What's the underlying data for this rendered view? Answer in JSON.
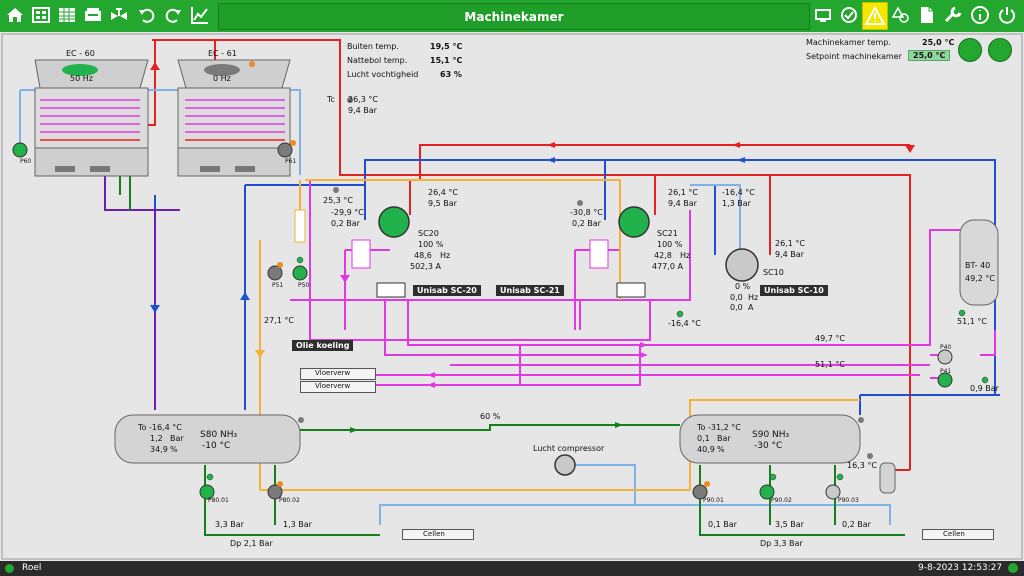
{
  "title": "Machinekamer",
  "toolbar": {
    "left": [
      "home-icon",
      "units-icon",
      "table-icon",
      "cabinet-icon",
      "valve-icon",
      "undo-icon",
      "redo-icon",
      "trend-icon"
    ],
    "right": [
      "screen-icon",
      "refresh-icon",
      "warning-icon",
      "alarm-shapes-icon",
      "document-icon",
      "wrench-icon",
      "info-icon",
      "power-icon"
    ]
  },
  "weather": {
    "buiten_label": "Buiten temp.",
    "buiten_value": "19,5 °C",
    "nattebol_label": "Nattebol temp.",
    "nattebol_value": "15,1 °C",
    "vocht_label": "Lucht vochtigheid",
    "vocht_value": "63 %"
  },
  "room": {
    "temp_label": "Machinekamer temp.",
    "temp_value": "25,0 °C",
    "setpoint_label": "Setpoint machinekamer",
    "setpoint_value": "25,0 °C"
  },
  "ec60": {
    "name": "EC - 60",
    "speed": "50 Hz",
    "pump": "P60"
  },
  "ec61": {
    "name": "EC - 61",
    "speed": "0 Hz",
    "pump": "P61"
  },
  "tc": {
    "name": "Tc",
    "temp": "26,3 °C",
    "pressure": "9,4 Bar"
  },
  "sc20": {
    "name": "SC20",
    "pct": "100 %",
    "hz": "48,6",
    "hz_unit": "Hz",
    "amp": "502,3 A",
    "out_temp": "26,4 °C",
    "out_press": "9,5 Bar",
    "suct_temp": "-29,9 °C",
    "suct_press": "0,2 Bar",
    "oil_temp": "25,3 °C",
    "tag": "Unisab SC-20"
  },
  "sc21": {
    "name": "SC21",
    "pct": "100 %",
    "hz": "42,8",
    "hz_unit": "Hz",
    "amp": "477,0 A",
    "out_temp": "26,1 °C",
    "out_press": "9,4 Bar",
    "suct_temp": "-30,8 °C",
    "suct_press": "0,2 Bar",
    "tag": "Unisab SC-21"
  },
  "sc10": {
    "name": "SC10",
    "pct": "0 %",
    "hz": "0,0",
    "hz_unit": "Hz",
    "amp": "0,0",
    "amp_unit": "A",
    "suct_temp": "-16,4 °C",
    "suct_press": "1,3 Bar",
    "out_temp": "26,1 °C",
    "out_press": "9,4 Bar",
    "side_temp": "-16,4 °C",
    "tag": "Unisab SC-10"
  },
  "pumps_oil": {
    "p51": "P51",
    "p50": "P50"
  },
  "oil": {
    "tag": "Olie koeling",
    "temp": "27,1 °C"
  },
  "vloerverw": {
    "a": "Vloerverw",
    "b": "Vloerverw"
  },
  "bt40": {
    "name": "BT- 40",
    "temp": "49,2 °C",
    "below": "51,1 °C"
  },
  "lines": {
    "t1": "49,7 °C",
    "t2": "51,1 °C"
  },
  "p40": {
    "a": "P40",
    "b": "P41",
    "press": "0,9 Bar"
  },
  "s80": {
    "name": "S80 NH₃",
    "set": "-10 °C",
    "to": "To -16,4 °C",
    "bar": "1,2",
    "bar_unit": "Bar",
    "pct": "34,9",
    "pct_unit": "%"
  },
  "s90": {
    "name": "S90 NH₃",
    "set": "-30 °C",
    "to": "To -31,2 °C",
    "bar": "0,1",
    "bar_unit": "Bar",
    "pct": "40,9",
    "pct_unit": "%"
  },
  "valve60": "60 %",
  "luchtcomp": "Lucht compressor",
  "p80": {
    "a": "P80.01",
    "b": "P80.02",
    "pa": "3,3 Bar",
    "pb": "1,3 Bar",
    "dp": "Dp  2,1 Bar",
    "cellen": "Cellen"
  },
  "p90": {
    "a": "P90.01",
    "b": "P90.02",
    "c": "P90.03",
    "pa": "0,1 Bar",
    "pb": "3,5 Bar",
    "pc": "0,2 Bar",
    "dp": "Dp  3,3 Bar",
    "cellen": "Cellen",
    "t": "16,3 °C"
  },
  "status": {
    "user": "Roel",
    "datetime": "9-8-2023  12:53:27"
  },
  "colors": {
    "green": "#24a72f",
    "red": "#e52222",
    "blue": "#1f4fd1",
    "magenta": "#e238e2",
    "purple": "#6a1fb0",
    "orange": "#f4b13a",
    "lightblue": "#7fb2e8",
    "darkgreen": "#14801c"
  }
}
